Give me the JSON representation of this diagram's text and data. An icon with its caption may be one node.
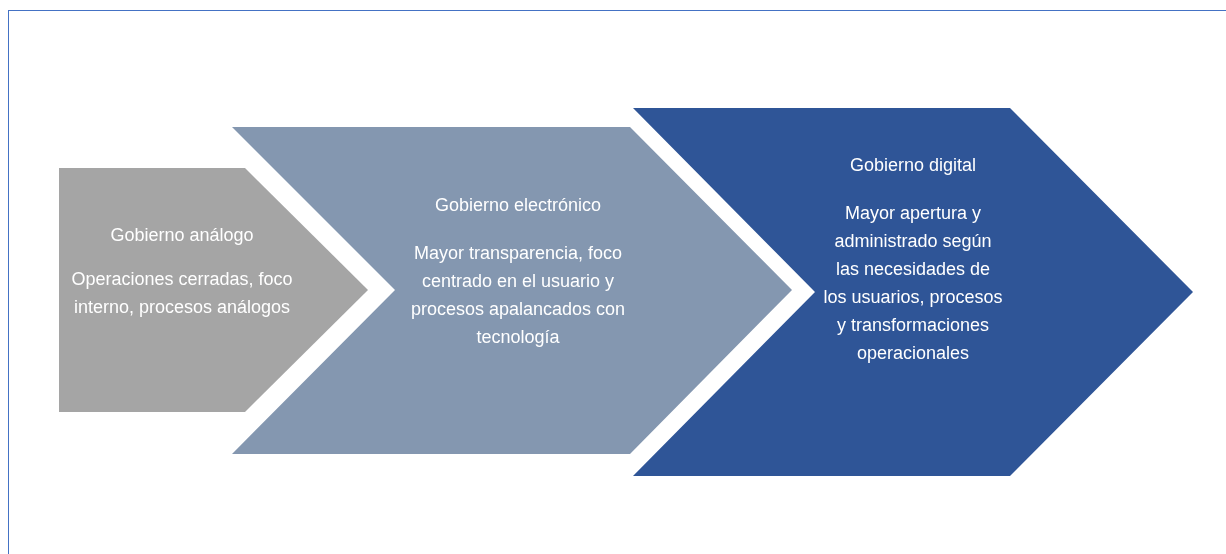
{
  "diagram": {
    "nodes": [
      {
        "text": [
          "Gobierno análogo",
          "Operaciones cerradas, foco interno, procesos análogos"
        ]
      },
      {
        "text": [
          "Gobierno electrónico",
          "Mayor transparencia, foco centrado en el usuario y procesos apalancados con tecnología"
        ]
      },
      {
        "text": [
          "Gobierno digital",
          "Mayor apertura y administrado según las necesidades de los usuarios, procesos y transformaciones operacionales"
        ]
      }
    ]
  }
}
